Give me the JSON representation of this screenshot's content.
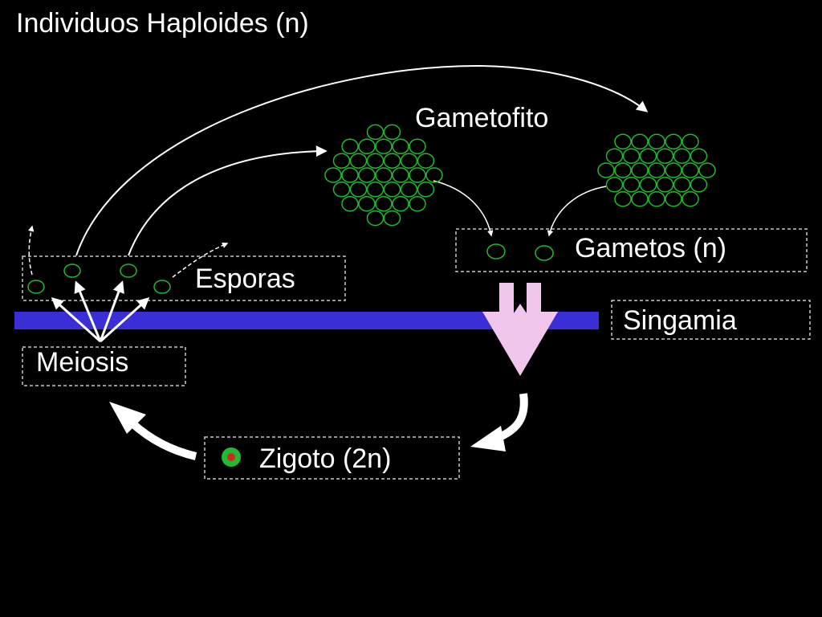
{
  "diagram": {
    "title": "Individuos Haploides (n)",
    "labels": {
      "gametofito": "Gametofito",
      "esporas": "Esporas",
      "gametos": "Gametos (n)",
      "singamia": "Singamia",
      "meiosis": "Meiosis",
      "zigoto": "Zigoto (2n)"
    },
    "colors": {
      "background": "#000000",
      "text": "#ffffff",
      "cell_outline": "#22b830",
      "barrier": "#3a2fd6",
      "fusion_arrow": "#f0c6ec",
      "zygote_nucleus": "#cc2a1e",
      "box_border": "#c8c8c8"
    }
  }
}
